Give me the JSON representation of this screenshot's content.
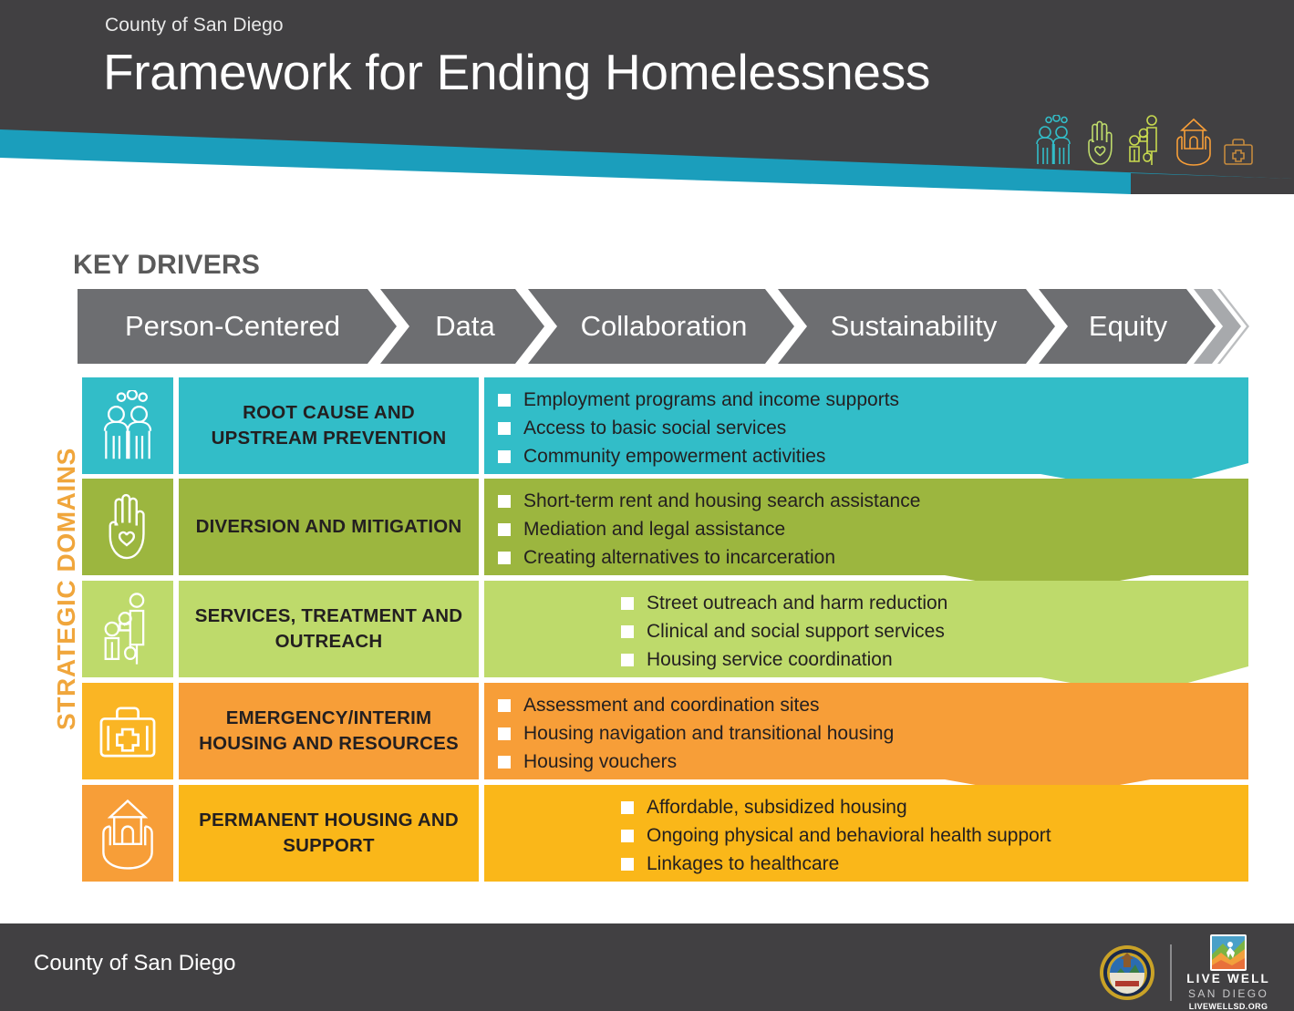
{
  "header": {
    "eyebrow": "County of San Diego",
    "title": "Framework for Ending Homelessness",
    "icons": [
      "people-group-icon",
      "hand-heart-icon",
      "family-belongings-icon",
      "hands-house-icon",
      "first-aid-kit-icon"
    ]
  },
  "key_drivers": {
    "label": "KEY DRIVERS",
    "items": [
      {
        "label": "Person-Centered"
      },
      {
        "label": "Data"
      },
      {
        "label": "Collaboration"
      },
      {
        "label": "Sustainability"
      },
      {
        "label": "Equity"
      }
    ]
  },
  "strategic_domains": {
    "label": "STRATEGIC DOMAINS",
    "rows": [
      {
        "icon": "people-group-icon",
        "title": "ROOT CAUSE AND UPSTREAM PREVENTION",
        "color": "#32BDC8",
        "icon_color": "#32BDC8",
        "bullets": [
          "Employment programs and income supports",
          "Access to basic social services",
          "Community empowerment activities"
        ]
      },
      {
        "icon": "hand-heart-icon",
        "title": "DIVERSION AND MITIGATION",
        "color": "#9CB63F",
        "icon_color": "#9CB63F",
        "bullets": [
          "Short-term rent and housing search assistance",
          "Mediation and legal assistance",
          "Creating alternatives to incarceration"
        ]
      },
      {
        "icon": "family-belongings-icon",
        "title": "SERVICES, TREATMENT AND OUTREACH",
        "color": "#BEDA6B",
        "icon_color": "#BEDA6B",
        "bullets": [
          "Street outreach and harm reduction",
          "Clinical and social support services",
          "Housing service coordination"
        ]
      },
      {
        "icon": "first-aid-kit-icon",
        "title": "EMERGENCY/INTERIM HOUSING AND RESOURCES",
        "color": "#F79E38",
        "icon_color": "#FAB524",
        "bullets": [
          "Assessment and coordination sites",
          "Housing navigation and transitional housing",
          "Housing vouchers"
        ]
      },
      {
        "icon": "hands-house-icon",
        "title": "PERMANENT HOUSING AND SUPPORT",
        "color": "#FAB719",
        "icon_color": "#F79E38",
        "bullets": [
          "Affordable, subsidized housing",
          "Ongoing physical and behavioral health support",
          "Linkages to healthcare"
        ]
      }
    ]
  },
  "footer": {
    "text": "County of San Diego",
    "seal": "county-seal-icon",
    "live_well": {
      "line1": "LIVE WELL",
      "line2": "SAN DIEGO",
      "line3": "LIVEWELLSD.ORG"
    }
  },
  "colors": {
    "header_bg": "#414042",
    "teal_band": "#1B9EBC",
    "driver_gray": "#6D6E71",
    "driver_gray_light": "#A7A9AC",
    "domains_label": "#F0A63C"
  }
}
